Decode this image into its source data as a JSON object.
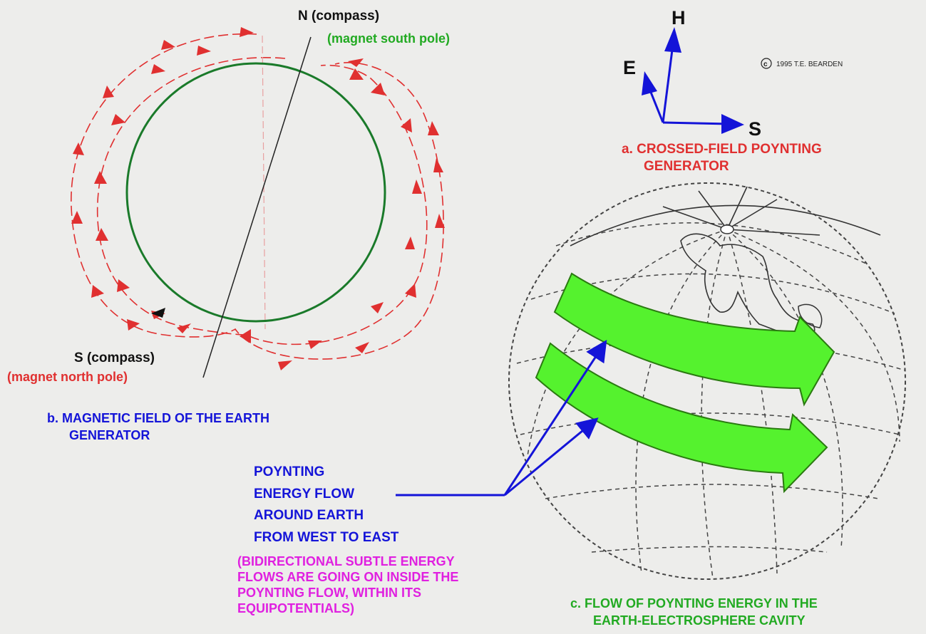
{
  "labels": {
    "n_compass": "N (compass)",
    "magnet_south_pole": "(magnet south pole)",
    "s_compass": "S (compass)",
    "magnet_north_pole": "(magnet north pole)",
    "h_vector": "H",
    "e_vector": "E",
    "s_vector": "S",
    "copyright": "1995  T.E. BEARDEN",
    "copyright_mark": "c",
    "caption_a_line1": "a.  CROSSED-FIELD POYNTING",
    "caption_a_line2": "GENERATOR",
    "caption_b_line1": "b.  MAGNETIC FIELD OF THE EARTH",
    "caption_b_line2": "GENERATOR",
    "poynting_line1": "POYNTING",
    "poynting_line2": "ENERGY FLOW",
    "poynting_line3": "AROUND EARTH",
    "poynting_line4": "FROM WEST TO EAST",
    "bidirectional_line1": "(BIDIRECTIONAL SUBTLE ENERGY",
    "bidirectional_line2": "FLOWS ARE GOING ON INSIDE THE",
    "bidirectional_line3": "POYNTING FLOW, WITHIN ITS",
    "bidirectional_line4": "EQUIPOTENTIALS)",
    "caption_c_line1": "c.  FLOW OF POYNTING ENERGY IN THE",
    "caption_c_line2": "EARTH-ELECTROSPHERE CAVITY"
  },
  "colors": {
    "background": "#ededeb",
    "field_lines": "#e03030",
    "earth_circle": "#1a7a2a",
    "green_text": "#22aa22",
    "red_text": "#e03030",
    "blue": "#1414d8",
    "magenta": "#e020e0",
    "flow_arrow_fill": "#55f22e",
    "flow_arrow_stroke": "#2a7a10"
  }
}
